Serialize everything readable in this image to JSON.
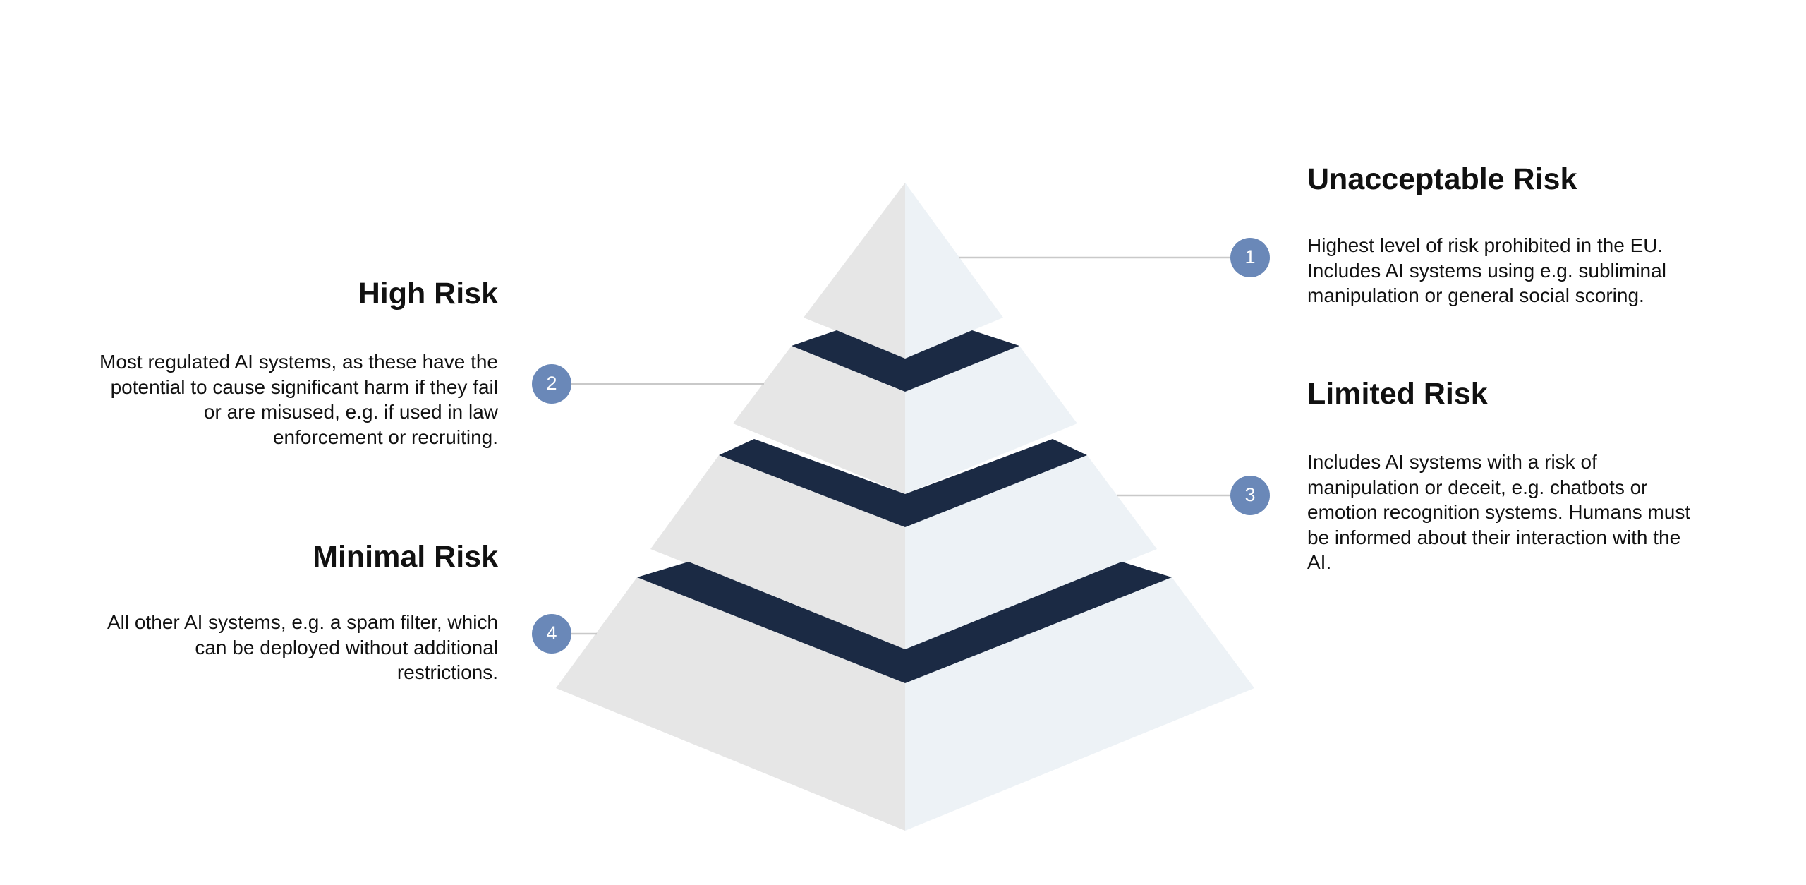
{
  "colors": {
    "face_left": "#e6e6e6",
    "face_right": "#edf2f6",
    "band": "#1b2a44",
    "badge": "#6a88b8",
    "leader": "#c9c9c9",
    "text": "#111111"
  },
  "levels": [
    {
      "number": "1",
      "title": "Unacceptable Risk",
      "description": "Highest level of risk prohibited in the EU. Includes AI systems using e.g. subliminal manipulation or general social scoring."
    },
    {
      "number": "2",
      "title": "High Risk",
      "description": "Most regulated AI systems, as these have the potential to cause significant harm if they fail or are misused, e.g. if used in law enforcement or recruiting."
    },
    {
      "number": "3",
      "title": "Limited Risk",
      "description": "Includes AI systems with a risk of manipulation or deceit, e.g. chatbots or emotion recognition systems. Humans must be informed about their interaction with the AI."
    },
    {
      "number": "4",
      "title": "Minimal Risk",
      "description": "All other AI systems, e.g. a spam filter, which can be deployed without additional restrictions."
    }
  ]
}
